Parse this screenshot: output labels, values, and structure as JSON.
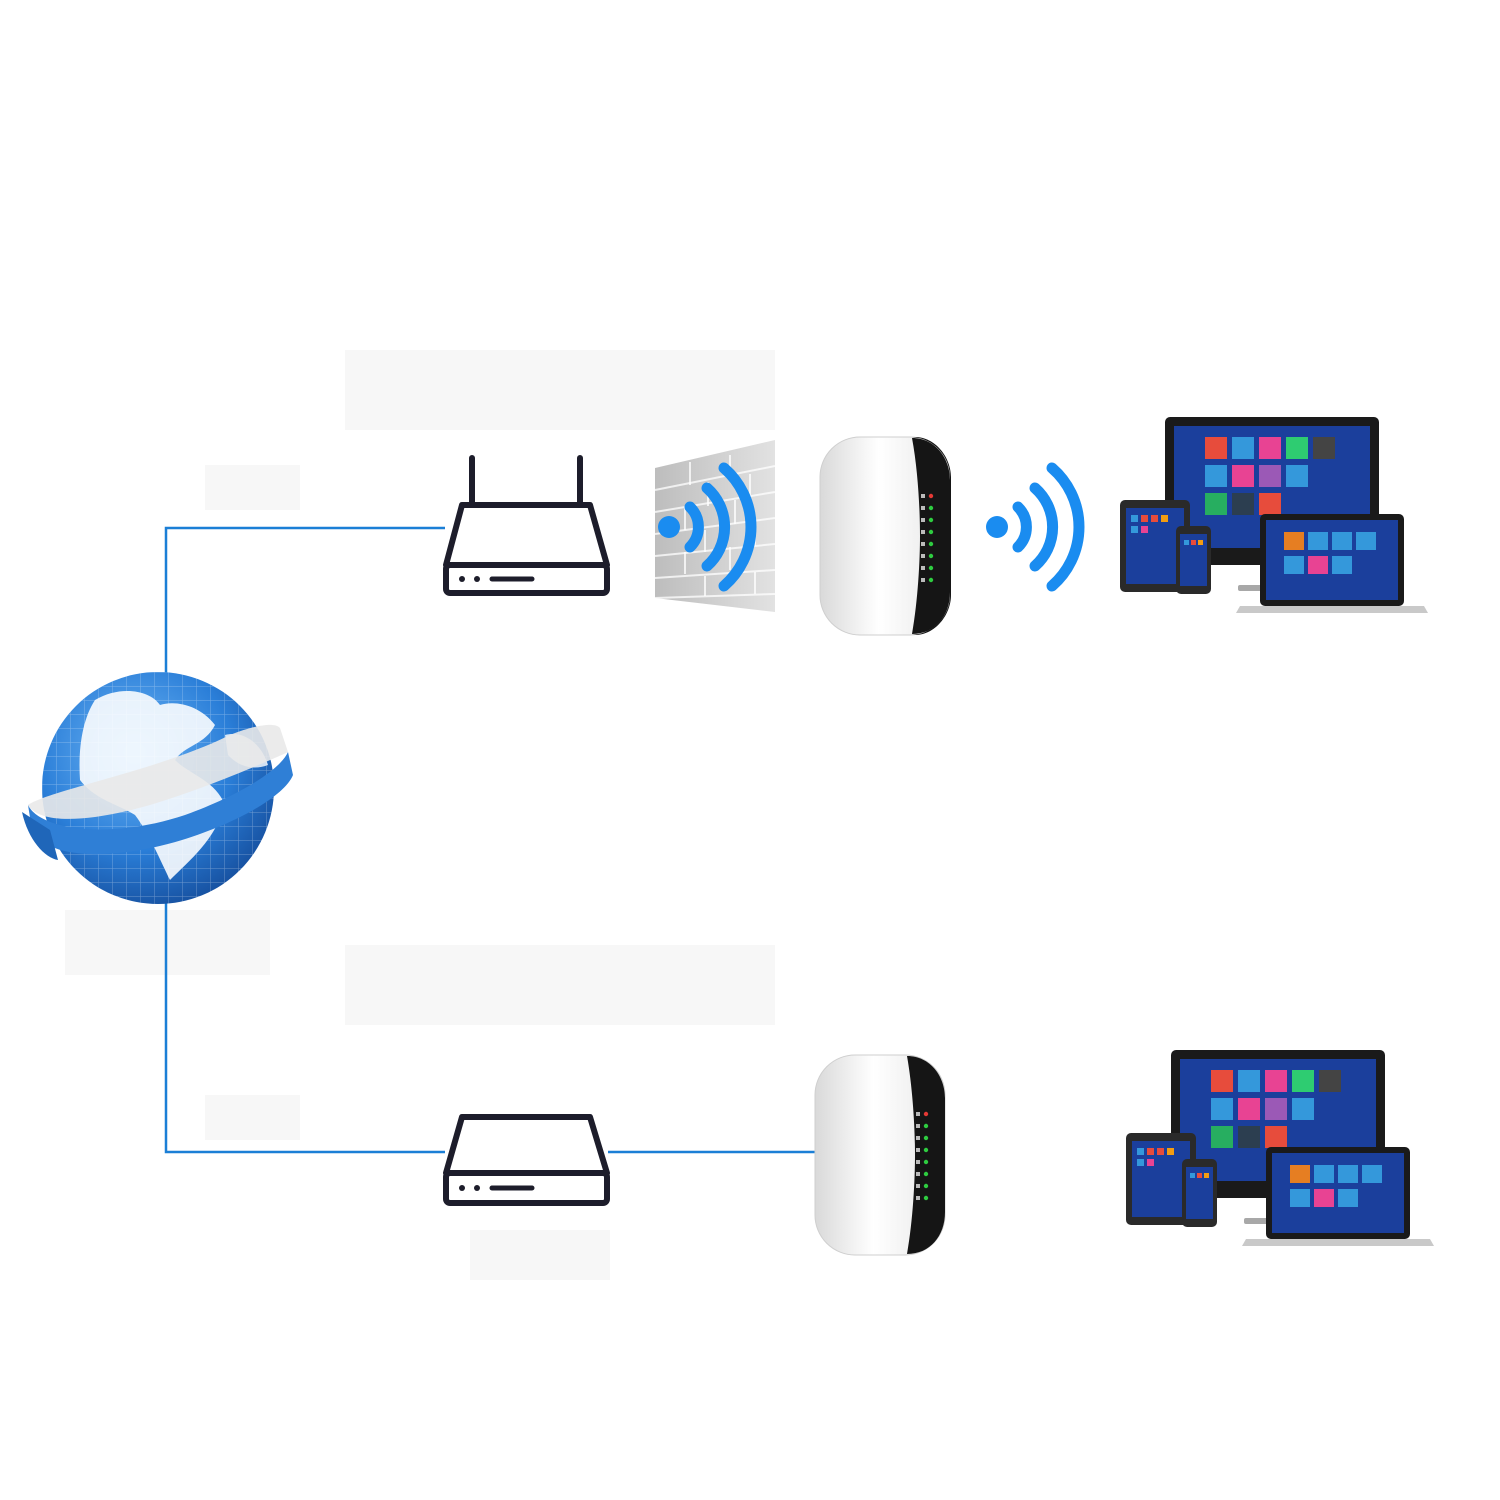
{
  "diagram": {
    "title": "",
    "colors": {
      "link_line": "#1b7fd6",
      "wifi_waves": "#1a8cf0",
      "device_outline": "#1d1d2b",
      "globe": "#2a7ed8",
      "wall": "#cfcfcf",
      "extender_body": "#f2f2f2",
      "extender_panel": "#151515",
      "led_green": "#2ecc40",
      "led_red": "#e53935",
      "screen_bg": "#1b3f9c"
    },
    "nodes": [
      {
        "id": "internet",
        "icon": "globe-icon"
      },
      {
        "id": "router-wireless",
        "icon": "router-with-antennas-icon"
      },
      {
        "id": "wall",
        "icon": "brick-wall-icon"
      },
      {
        "id": "extender-wireless",
        "icon": "wifi-extender-icon"
      },
      {
        "id": "client-devices-top",
        "icon": "monitor-laptop-tablet-phone-icon"
      },
      {
        "id": "modem-wired",
        "icon": "modem-icon"
      },
      {
        "id": "extender-wired",
        "icon": "wifi-extender-icon"
      },
      {
        "id": "client-devices-bottom",
        "icon": "monitor-laptop-tablet-phone-icon"
      }
    ],
    "links": [
      {
        "from": "internet",
        "to": "router-wireless",
        "kind": "cable"
      },
      {
        "from": "router-wireless",
        "to": "extender-wireless",
        "kind": "wireless-through-wall"
      },
      {
        "from": "extender-wireless",
        "to": "client-devices-top",
        "kind": "wireless"
      },
      {
        "from": "internet",
        "to": "modem-wired",
        "kind": "cable"
      },
      {
        "from": "modem-wired",
        "to": "extender-wired",
        "kind": "cable"
      }
    ]
  }
}
